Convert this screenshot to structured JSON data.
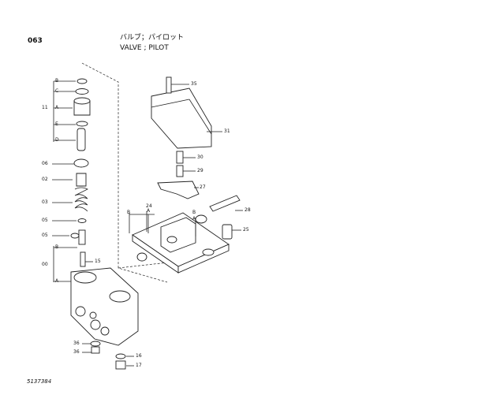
{
  "header": {
    "page_number": "063",
    "title_jp": "バルブ；パイロット",
    "title_en": "VALVE ; PILOT"
  },
  "left_labels": [
    "B",
    "C",
    "11",
    "A",
    "E",
    "D",
    "06",
    "02",
    "03",
    "05",
    "05",
    "B",
    "00",
    "A"
  ],
  "callouts": {
    "c35": "35",
    "c31": "31",
    "c30": "30",
    "c29": "29",
    "c27": "27",
    "c28": "28",
    "c25": "25",
    "c24": "24",
    "c15": "15",
    "c36a": "36",
    "c36b": "36",
    "c16": "16",
    "c17": "17"
  },
  "group_labels": {
    "b_right": "B",
    "a_right": "A",
    "b_lower": "B",
    "a_lower": "A"
  },
  "reference": "5137384"
}
